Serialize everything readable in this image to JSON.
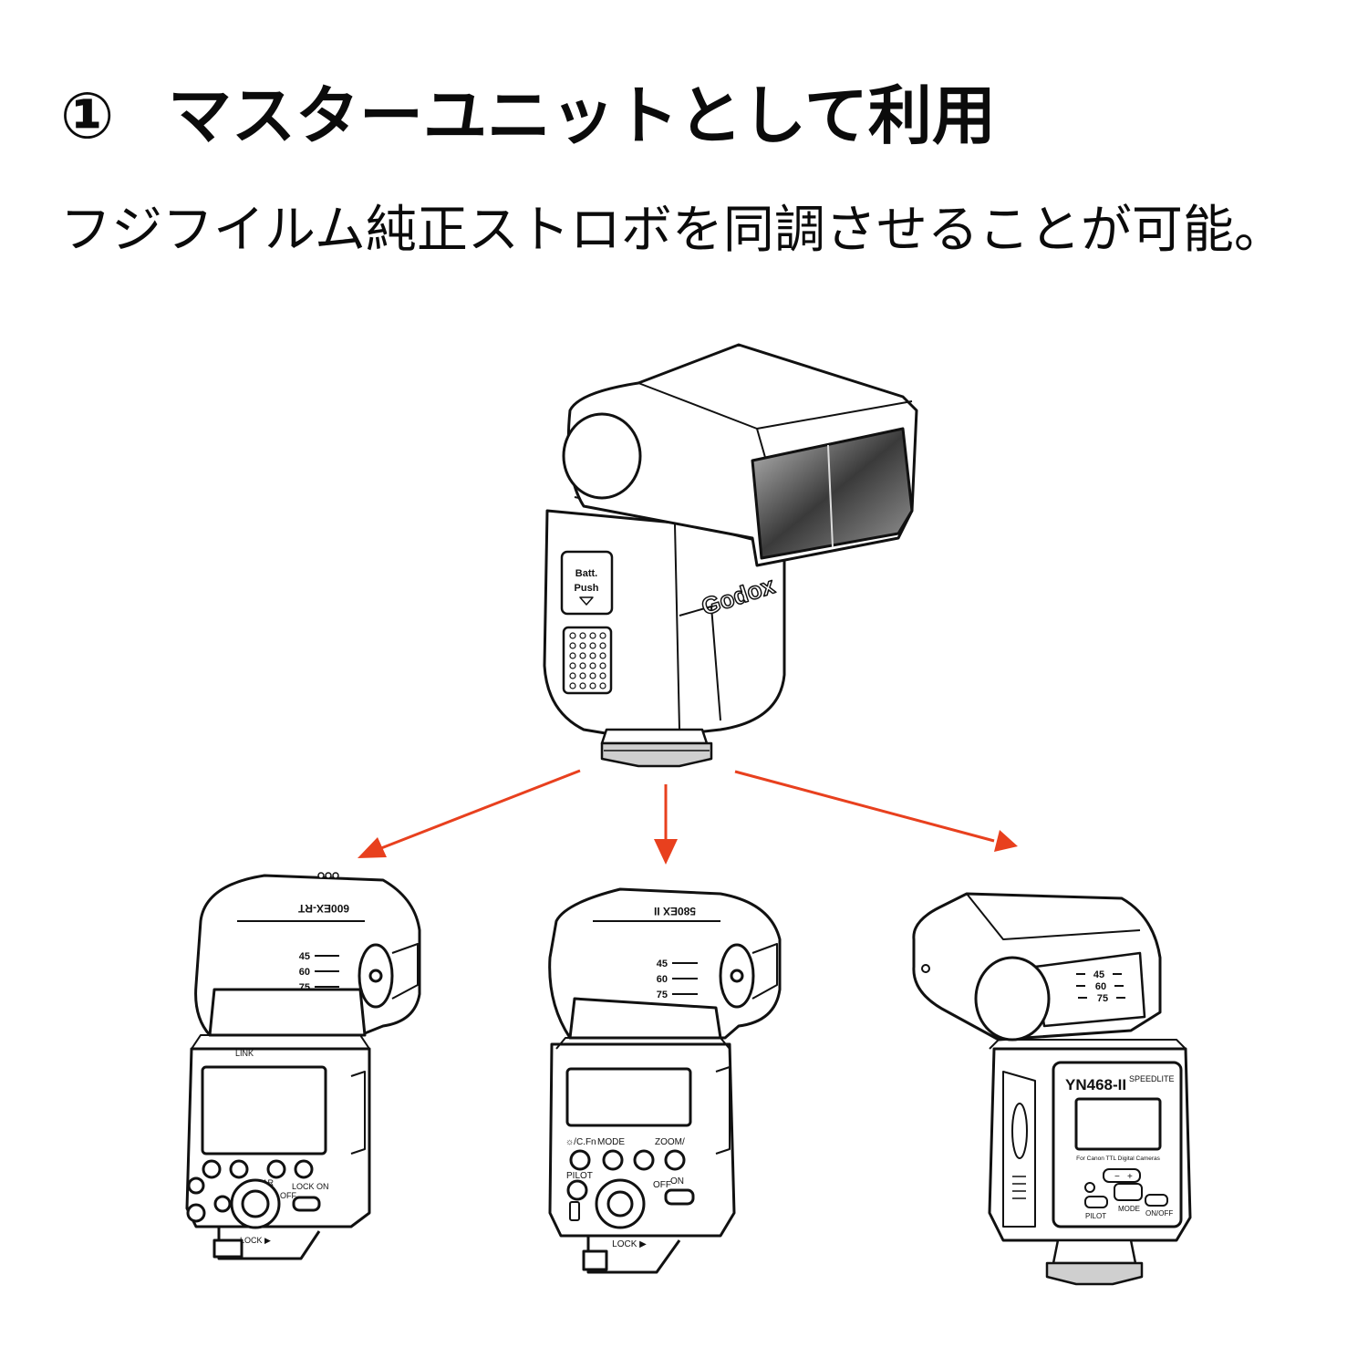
{
  "heading": {
    "number": "①",
    "title": "マスターユニットとして利用"
  },
  "subtitle": "フジフイルム純正ストロボを同調させることが可能。",
  "colors": {
    "arrow": "#e8401e",
    "line": "#111111",
    "background": "#ffffff"
  },
  "master_flash": {
    "brand": "Godox",
    "door_label": "Batt. Push"
  },
  "slave_flashes": [
    {
      "model": "600EX-RT",
      "zoom_marks": [
        "45",
        "60",
        "75"
      ],
      "labels": [
        "LINK",
        "CLEAR",
        "LOCK ON",
        "OFF",
        "LOCK ▶"
      ]
    },
    {
      "model": "580EX II",
      "zoom_marks": [
        "45",
        "60",
        "75"
      ],
      "labels": [
        "☼/C.Fn",
        "MODE",
        "ZOOM/",
        "PILOT",
        "OFF",
        "ON",
        "LOCK ▶"
      ]
    },
    {
      "model": "YN468-II",
      "series": "SPEEDLITE",
      "zoom_marks": [
        "45",
        "60",
        "75"
      ],
      "labels": [
        "For Canon TTL Digital Cameras",
        "PILOT",
        "MODE",
        "ON/OFF"
      ]
    }
  ]
}
